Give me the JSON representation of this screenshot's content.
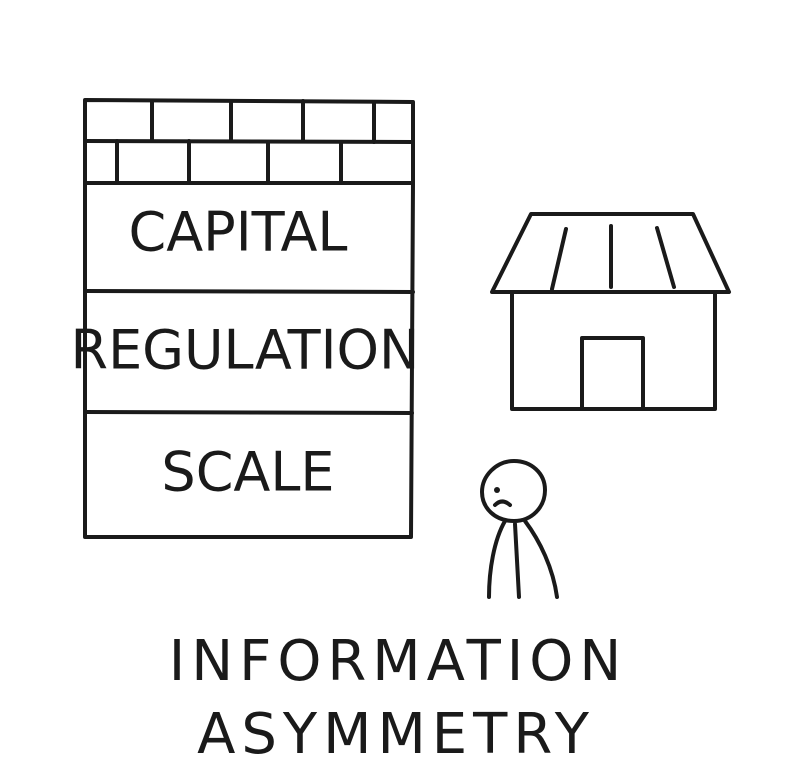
{
  "barrier_wall": {
    "layers": [
      {
        "label": "CAPITAL"
      },
      {
        "label": "REGULATION"
      },
      {
        "label": "SCALE"
      }
    ]
  },
  "caption": {
    "line1": "INFORMATION",
    "line2": "ASYMMETRY"
  },
  "colors": {
    "ink": "#1a1a1a",
    "background": "#ffffff"
  },
  "icons": [
    "brick-wall-icon",
    "shop-icon",
    "person-icon"
  ]
}
